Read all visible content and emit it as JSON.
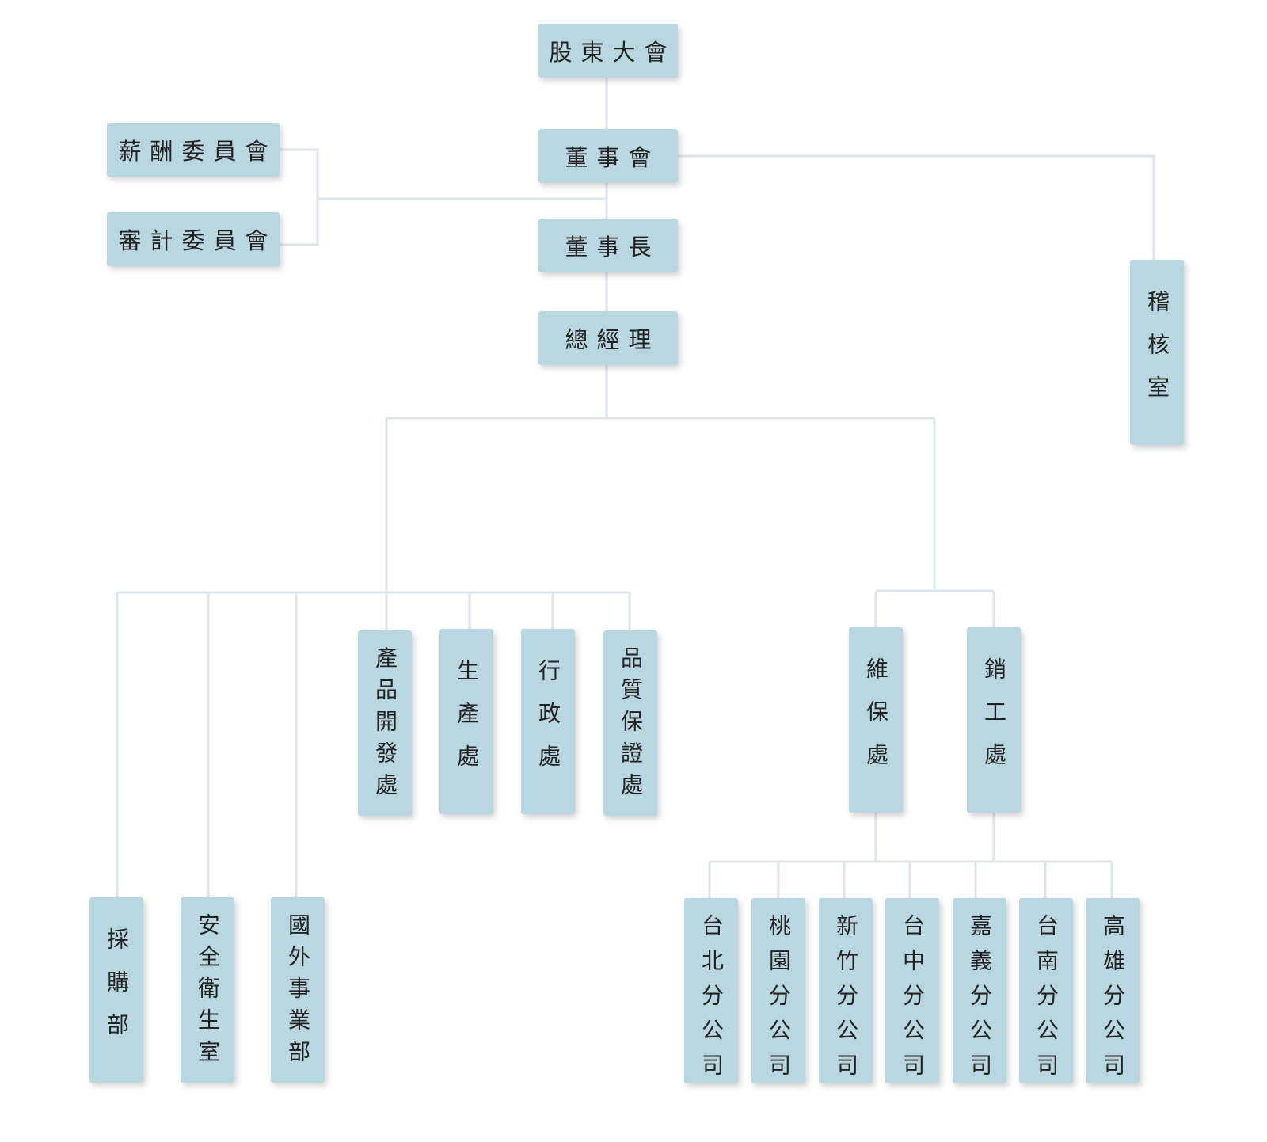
{
  "diagram": {
    "title": "組織架構圖",
    "colors": {
      "box": "#b9d7e0",
      "line": "#dde5e8",
      "text": "#222222"
    },
    "nodes": {
      "shareholders": "股東大會",
      "board": "董事會",
      "chairman": "董事長",
      "general_manager": "總經理",
      "remuneration_committee": "薪酬委員會",
      "audit_committee": "審計委員會",
      "audit_office": "稽核室",
      "product_development": "產品開發處",
      "production": "生產處",
      "administration": "行政處",
      "quality_assurance": "品質保證處",
      "maintenance": "維保處",
      "sales_engineering": "銷工處",
      "purchasing": "採購部",
      "safety_health": "安全衛生室",
      "overseas_business": "國外事業部",
      "branch_taipei": "台北分公司",
      "branch_taoyuan": "桃園分公司",
      "branch_hsinchu": "新竹分公司",
      "branch_taichung": "台中分公司",
      "branch_chiayi": "嘉義分公司",
      "branch_tainan": "台南分公司",
      "branch_kaohsiung": "高雄分公司"
    },
    "edges": [
      [
        "shareholders",
        "board"
      ],
      [
        "board",
        "chairman"
      ],
      [
        "board",
        "remuneration_committee"
      ],
      [
        "board",
        "audit_committee"
      ],
      [
        "board",
        "audit_office"
      ],
      [
        "chairman",
        "general_manager"
      ],
      [
        "general_manager",
        "product_development"
      ],
      [
        "general_manager",
        "production"
      ],
      [
        "general_manager",
        "administration"
      ],
      [
        "general_manager",
        "quality_assurance"
      ],
      [
        "general_manager",
        "purchasing"
      ],
      [
        "general_manager",
        "safety_health"
      ],
      [
        "general_manager",
        "overseas_business"
      ],
      [
        "general_manager",
        "maintenance"
      ],
      [
        "general_manager",
        "sales_engineering"
      ],
      [
        "maintenance",
        "branch_taipei"
      ],
      [
        "maintenance",
        "branch_taoyuan"
      ],
      [
        "maintenance",
        "branch_hsinchu"
      ],
      [
        "maintenance",
        "branch_taichung"
      ],
      [
        "maintenance",
        "branch_chiayi"
      ],
      [
        "maintenance",
        "branch_tainan"
      ],
      [
        "maintenance",
        "branch_kaohsiung"
      ],
      [
        "sales_engineering",
        "branch_taipei"
      ],
      [
        "sales_engineering",
        "branch_kaohsiung"
      ]
    ]
  }
}
